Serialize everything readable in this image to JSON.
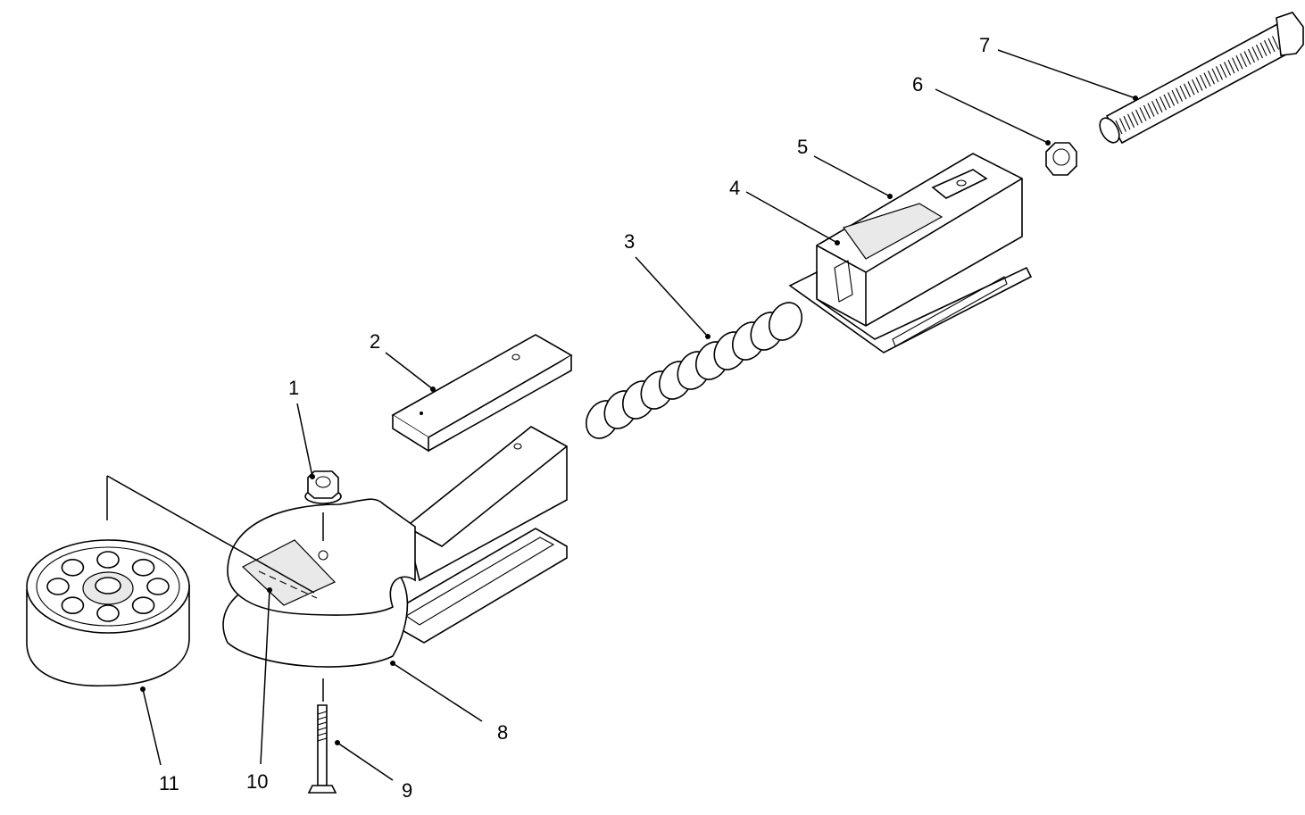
{
  "diagram": {
    "callouts": [
      {
        "id": 1,
        "label": "1"
      },
      {
        "id": 2,
        "label": "2"
      },
      {
        "id": 3,
        "label": "3"
      },
      {
        "id": 4,
        "label": "4"
      },
      {
        "id": 5,
        "label": "5"
      },
      {
        "id": 6,
        "label": "6"
      },
      {
        "id": 7,
        "label": "7"
      },
      {
        "id": 8,
        "label": "8"
      },
      {
        "id": 9,
        "label": "9"
      },
      {
        "id": 10,
        "label": "10"
      },
      {
        "id": 11,
        "label": "11"
      }
    ]
  }
}
